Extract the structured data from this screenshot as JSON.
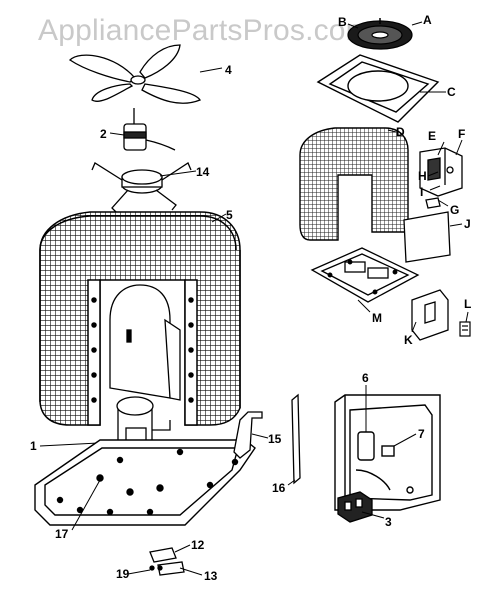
{
  "watermark": "AppliancePartsPros.com",
  "callouts": {
    "n1": "1",
    "n2": "2",
    "n3": "3",
    "n4": "4",
    "n5": "5",
    "n6": "6",
    "n7": "7",
    "n12": "12",
    "n13": "13",
    "n14": "14",
    "n15": "15",
    "n16": "16",
    "n17": "17",
    "n19": "19",
    "A": "A",
    "B": "B",
    "C": "C",
    "D": "D",
    "E": "E",
    "F": "F",
    "G": "G",
    "H": "H",
    "I": "I",
    "J": "J",
    "K": "K",
    "L": "L",
    "M": "M"
  }
}
